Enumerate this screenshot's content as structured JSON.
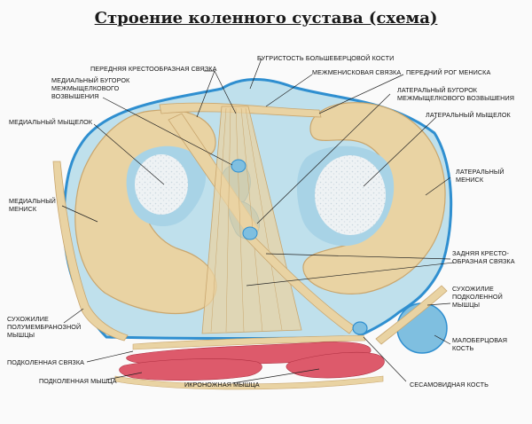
{
  "title": "Строение коленного сустава (схема)",
  "labels": {
    "tibial_tuberosity": "БУГРИСТОСТЬ БОЛЬШЕБЕРЦОВОЙ КОСТИ",
    "acl": "ПЕРЕДНЯЯ КРЕСТООБРАЗНАЯ СВЯЗКА",
    "intermeniscal": "МЕЖМЕНИСКОВАЯ СВЯЗКА",
    "anterior_horn": "ПЕРЕДНИЙ РОГ МЕНИСКА",
    "medial_tubercle_1": "МЕДИАЛЬНЫЙ БУГОРОК",
    "medial_tubercle_2": "МЕЖМЫЩЕЛКОВОГО",
    "medial_tubercle_3": "ВОЗВЫШЕНИЯ",
    "lateral_tubercle_1": "ЛАТЕРАЛЬНЫЙ  БУГОРОК",
    "lateral_tubercle_2": "МЕЖМЫЩЕЛКОВОГО ВОЗВЫШЕНИЯ",
    "medial_condyle": "МЕДИАЛЬНЫЙ МЫЩЕЛОК",
    "lateral_condyle": "ЛАТЕРАЛЬНЫЙ МЫЩЕЛОК",
    "lateral_meniscus_1": "ЛАТЕРАЛЬНЫЙ",
    "lateral_meniscus_2": "МЕНИСК",
    "medial_meniscus_1": "МЕДИАЛЬНЫЙ",
    "medial_meniscus_2": "МЕНИСК",
    "pcl_1": "ЗАДНЯЯ КРЕСТО-",
    "pcl_2": "ОБРАЗНАЯ СВЯЗКА",
    "popliteus_tendon_1": "СУХОЖИЛИЕ",
    "popliteus_tendon_2": "ПОДКОЛЕННОЙ",
    "popliteus_tendon_3": "МЫШЦЫ",
    "semimembranosus_1": "СУХОЖИЛИЕ",
    "semimembranosus_2": "ПОЛУМЕМБРАНОЗНОЙ",
    "semimembranosus_3": "МЫШЦЫ",
    "fibula_1": "МАЛОБЕРЦОВАЯ",
    "fibula_2": "КОСТЬ",
    "popliteal_ligament": "ПОДКОЛЕННАЯ СВЯЗКА",
    "popliteus_muscle": "ПОДКОЛЕННАЯ МЫШЦА",
    "gastrocnemius": "ИКРОНОЖНАЯ МЫШЦА",
    "sesamoid": "СЕСАМОВИДНАЯ КОСТЬ"
  },
  "colors": {
    "tibia_fill": "#bfe0ec",
    "tibia_outline": "#2f8fd0",
    "meniscus": "#e9d3a3",
    "meniscus_edge": "#c9a66e",
    "cartilage": "#a8d3e6",
    "bone_core": "#e8eef2",
    "muscle": "#dd5a6b",
    "ligament": "#e9d3a3"
  }
}
